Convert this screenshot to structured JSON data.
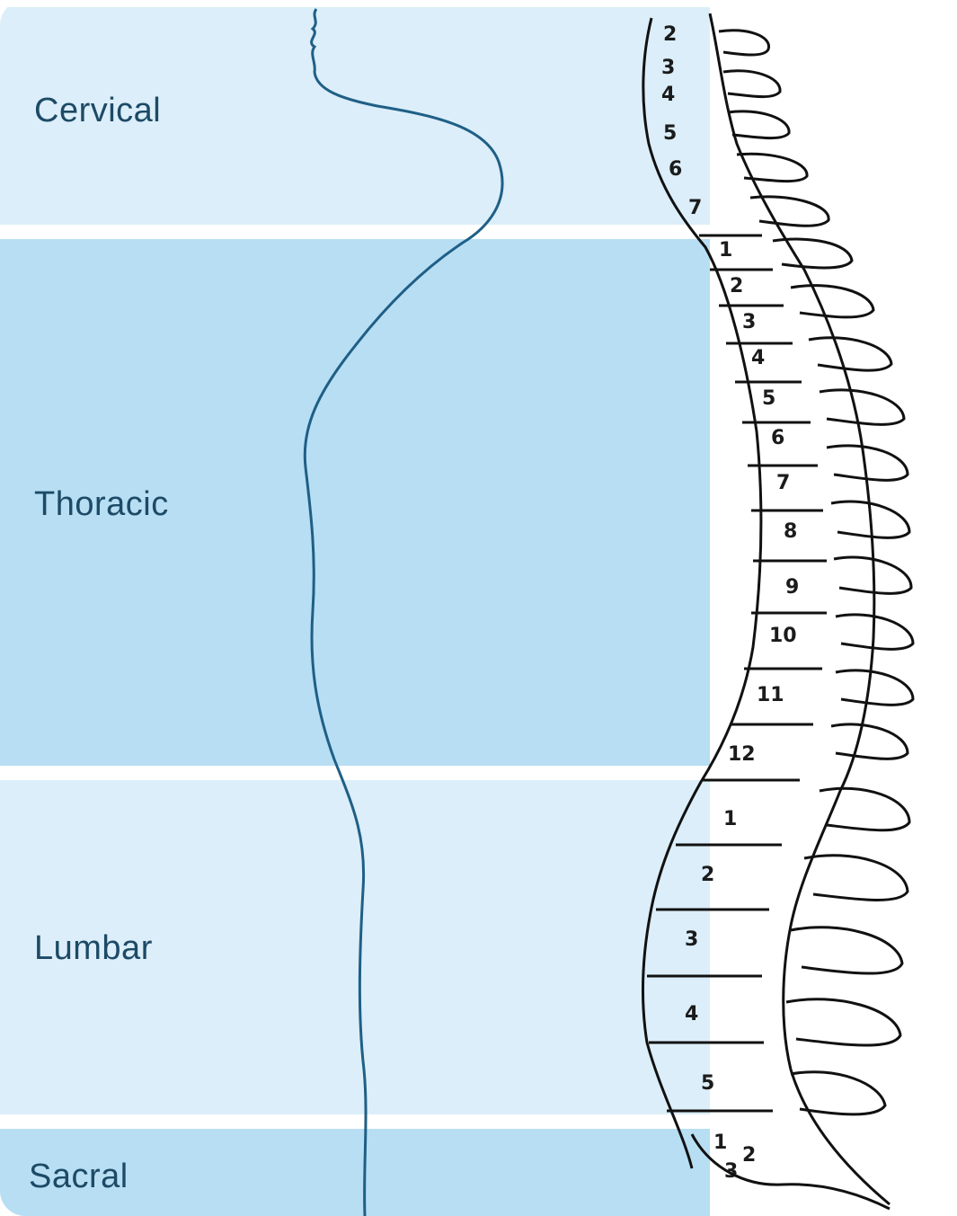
{
  "regions": {
    "cervical": "Cervical",
    "thoracic": "Thoracic",
    "lumbar": "Lumbar",
    "sacral": "Sacral"
  },
  "vertebrae": {
    "cervical": [
      "2",
      "3",
      "4",
      "5",
      "6",
      "7"
    ],
    "thoracic": [
      "1",
      "2",
      "3",
      "4",
      "5",
      "6",
      "7",
      "8",
      "9",
      "10",
      "11",
      "12"
    ],
    "lumbar": [
      "1",
      "2",
      "3",
      "4",
      "5"
    ],
    "sacral": [
      "1",
      "2",
      "3"
    ]
  },
  "colors": {
    "light_band": "#dbeef9",
    "dark_band": "#b7def3",
    "outline": "#1f5f86",
    "label": "#1d4a66"
  }
}
